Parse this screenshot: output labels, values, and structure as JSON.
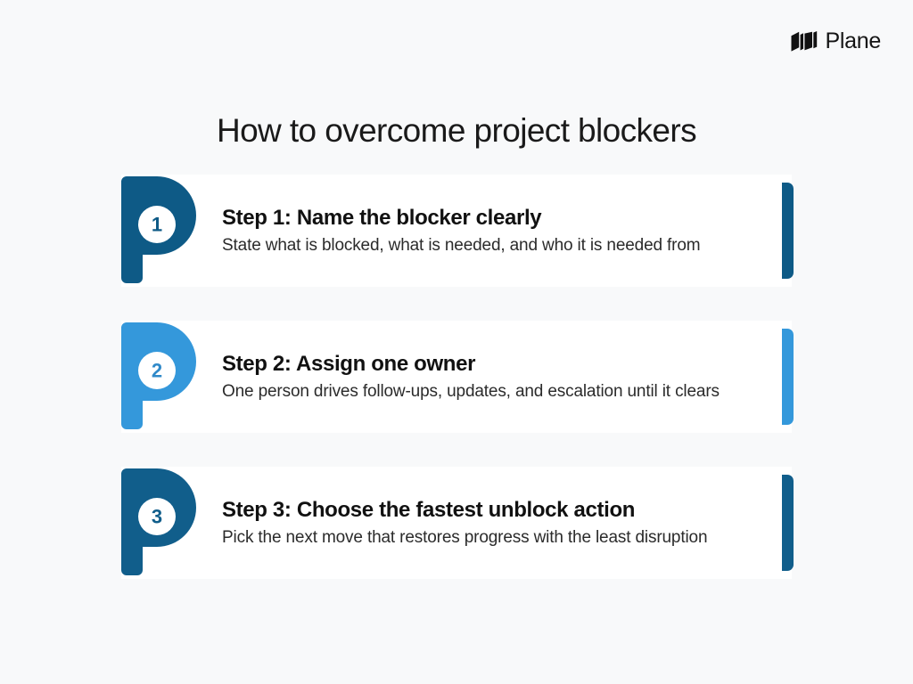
{
  "brand": {
    "logo_icon": "plane-logo-icon",
    "name": "Plane"
  },
  "title": "How to overcome project blockers",
  "colors": {
    "page_background": "#f8f9fa",
    "card_background": "#ffffff",
    "title_text": "#1a1a1a",
    "heading_text": "#111111",
    "body_text": "#2b2b2b",
    "step1_accent": "#0e5a86",
    "step2_accent": "#3498db",
    "step3_accent": "#115e8b"
  },
  "steps": [
    {
      "number": "1",
      "heading": "Step 1: Name the blocker clearly",
      "description": "State what is blocked, what is needed, and who it is needed from",
      "accent": "#0e5a86",
      "badge_icon": "step-badge-p-shape-icon"
    },
    {
      "number": "2",
      "heading": "Step 2: Assign one owner",
      "description": "One person drives follow-ups, updates, and escalation until it clears",
      "accent": "#3498db",
      "badge_icon": "step-badge-p-shape-icon"
    },
    {
      "number": "3",
      "heading": "Step 3: Choose the fastest unblock action",
      "description": "Pick the next move that restores progress with the least disruption",
      "accent": "#115e8b",
      "badge_icon": "step-badge-p-shape-icon"
    }
  ]
}
